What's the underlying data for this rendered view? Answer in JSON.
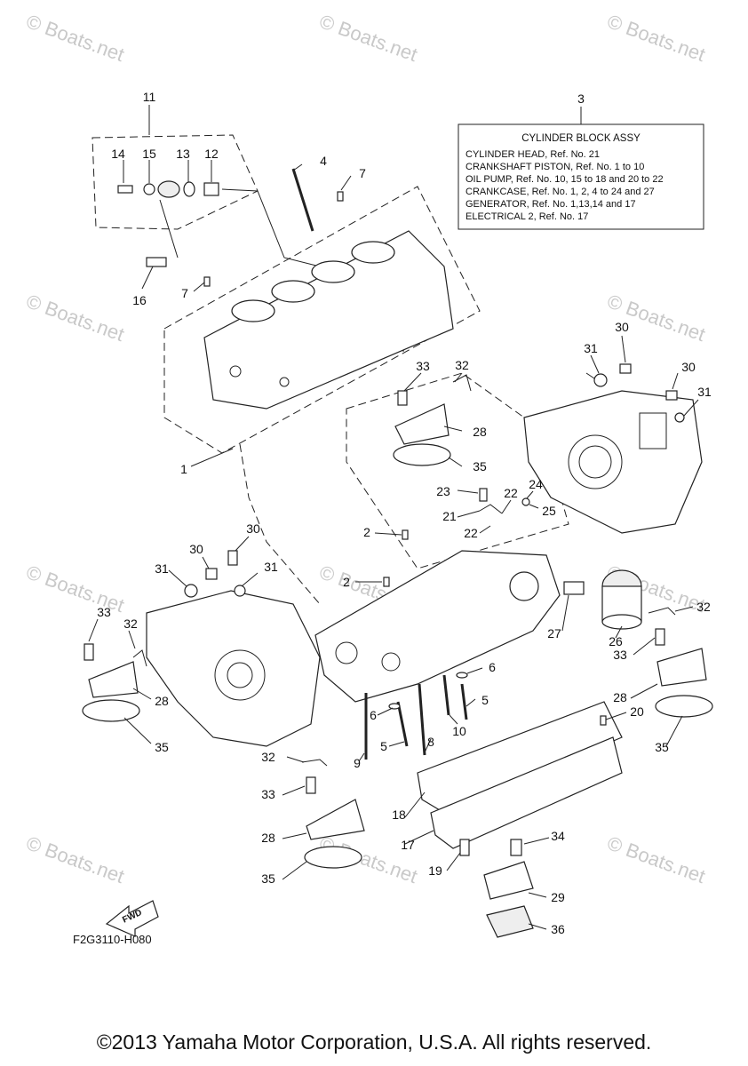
{
  "watermark": "© Boats.net",
  "diagram_code": "F2G3110-H080",
  "fwd_label": "FWD",
  "footer": "©2013 Yamaha Motor Corporation, U.S.A. All rights reserved.",
  "ref_box": {
    "title": "CYLINDER BLOCK ASSY",
    "lines": [
      "CYLINDER HEAD, Ref. No. 21",
      "CRANKSHAFT PISTON, Ref. No. 1 to 10",
      "OIL PUMP, Ref. No. 10, 15 to 18  and 20 to 22",
      "CRANKCASE, Ref. No. 1, 2, 4 to 24 and 27",
      "GENERATOR, Ref. No. 1,13,14 and 17",
      "ELECTRICAL 2, Ref. No. 17"
    ]
  },
  "callouts": {
    "c11": "11",
    "c14": "14",
    "c15": "15",
    "c13": "13",
    "c12": "12",
    "c16": "16",
    "c4": "4",
    "c7a": "7",
    "c7b": "7",
    "c3": "3",
    "c1": "1",
    "c33a": "33",
    "c32a": "32",
    "c28a": "28",
    "c35a": "35",
    "c30a": "30",
    "c31a": "31",
    "c30b": "30",
    "c31b": "31",
    "c23": "23",
    "c22a": "22",
    "c24": "24",
    "c21": "21",
    "c25": "25",
    "c22b": "22",
    "c2a": "2",
    "c2b": "2",
    "c30c": "30",
    "c31c": "31",
    "c31d": "31",
    "c33b": "33",
    "c32b": "32",
    "c28b": "28",
    "c35b": "35",
    "c27": "27",
    "c26": "26",
    "c32c": "32",
    "c33c": "33",
    "c6a": "6",
    "c6b": "6",
    "c5a": "5",
    "c5b": "5",
    "c9": "9",
    "c8": "8",
    "c10": "10",
    "c20": "20",
    "c28c": "28",
    "c35c": "35",
    "c32d": "32",
    "c33d": "33",
    "c28d": "28",
    "c35d": "35",
    "c18": "18",
    "c17": "17",
    "c19": "19",
    "c34": "34",
    "c29": "29",
    "c36": "36"
  }
}
